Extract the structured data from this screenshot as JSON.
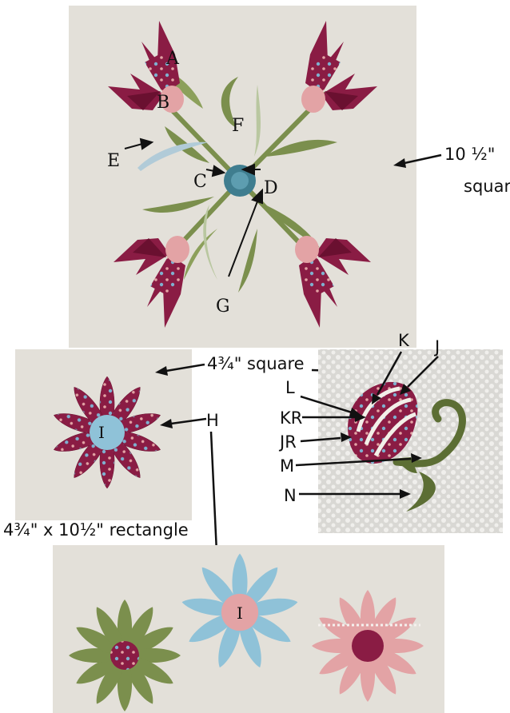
{
  "labels": {
    "A": "A",
    "B": "B",
    "C": "C",
    "D": "D",
    "E": "E",
    "F": "F",
    "G": "G",
    "H": "H",
    "I_small": "I",
    "I_bottom": "I",
    "J": "J",
    "K": "K",
    "L": "L",
    "KR": "KR",
    "JR": "JR",
    "M": "M",
    "N": "N"
  },
  "captions": {
    "size_big_line1": "10 ½\"",
    "size_big_line2": "square",
    "size_small": "4¾\" square",
    "size_rect": "4¾\" x 10½\" rectangle"
  },
  "colors": {
    "fabric_bg": "#e3e0d9",
    "speckle_bg": "#d2d1cd",
    "burgundy": "#8a1c44",
    "burgundy_dark": "#6a1030",
    "pink": "#e3a3a5",
    "sage": "#7b8f4d",
    "sage_dark": "#5c6e34",
    "light_green": "#a7b98a",
    "teal": "#3f7d8f",
    "sky": "#8fc2d8",
    "ink": "#111111"
  }
}
